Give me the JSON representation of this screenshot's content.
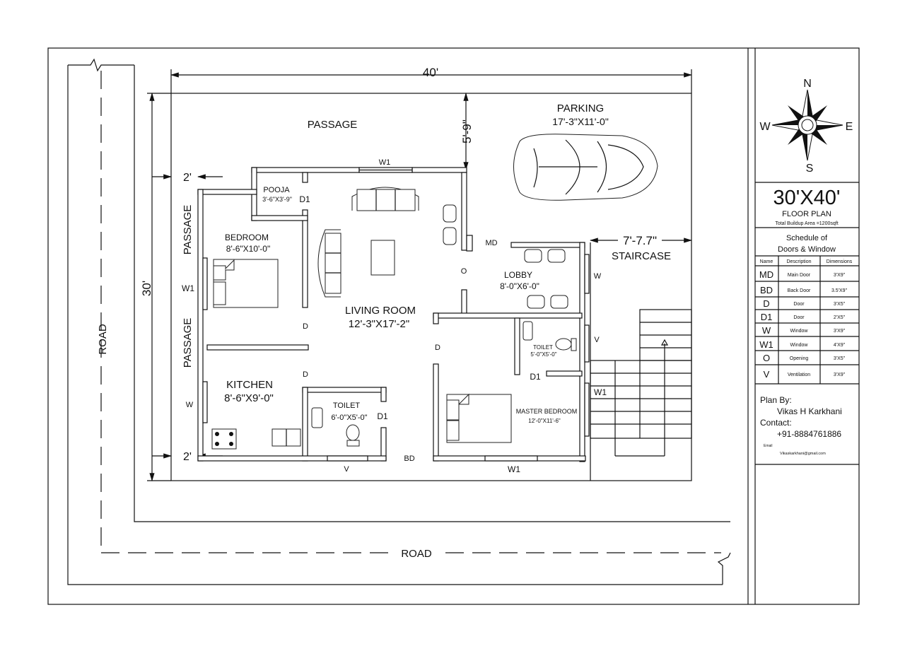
{
  "dimensions": {
    "width": "40'",
    "depth": "30'",
    "passage_depth": "5'-9\"",
    "staircase_width": "7'-7.7\"",
    "side_top": "2'",
    "side_bottom": "2'"
  },
  "road": {
    "left": "ROAD",
    "bottom": "ROAD"
  },
  "rooms": {
    "passage_top": "PASSAGE",
    "passage_left_1": "PASSAGE",
    "passage_left_2": "PASSAGE",
    "parking": {
      "name": "PARKING",
      "size": "17'-3\"X11'-0\""
    },
    "pooja": {
      "name": "POOJA",
      "size": "3'-6\"X3'-9\""
    },
    "bedroom": {
      "name": "BEDROOM",
      "size": "8'-6\"X10'-0\""
    },
    "living": {
      "name": "LIVING ROOM",
      "size": "12'-3\"X17'-2\""
    },
    "kitchen": {
      "name": "KITCHEN",
      "size": "8'-6\"X9'-0\""
    },
    "toilet": {
      "name": "TOILET",
      "size": "6'-0\"X5'-0\""
    },
    "lobby": {
      "name": "LOBBY",
      "size": "8'-0\"X6'-0\""
    },
    "toilet2": {
      "name": "TOILET",
      "size": "5'-0\"X5'-0\""
    },
    "master": {
      "name": "MASTER BEDROOM",
      "size": "12'-0\"X11'-6\""
    },
    "staircase": "STAIRCASE"
  },
  "openings": {
    "w1_top": "W1",
    "d1_pooja": "D1",
    "w1_left": "W1",
    "d_bed": "D",
    "d_kitchen": "D",
    "w_kitchen": "W",
    "d1_toilet": "D1",
    "v_toilet": "V",
    "bd": "BD",
    "md": "MD",
    "o": "O",
    "d_master": "D",
    "w_lobby": "W",
    "v_toilet2": "V",
    "d1_toilet2": "D1",
    "w1_stair": "W1",
    "w1_master": "W1"
  },
  "compass": {
    "n": "N",
    "s": "S",
    "e": "E",
    "w": "W"
  },
  "title_block": {
    "title": "30'X40'",
    "subtitle": "FLOOR PLAN",
    "area": "Total Buildup Area =1200sqft",
    "schedule_title_1": "Schedule of",
    "schedule_title_2": "Doors & Window",
    "headers": [
      "Name",
      "Description",
      "Dimensions"
    ],
    "rows": [
      [
        "MD",
        "Main Door",
        "3'X9\""
      ],
      [
        "BD",
        "Back Door",
        "3.5'X9\""
      ],
      [
        "D",
        "Door",
        "3'X5\""
      ],
      [
        "D1",
        "Door",
        "2'X5\""
      ],
      [
        "W",
        "Window",
        "3'X9\""
      ],
      [
        "W1",
        "Window",
        "4'X9\""
      ],
      [
        "O",
        "Opening",
        "3'X5\""
      ],
      [
        "V",
        "Ventilation",
        "3'X9\""
      ]
    ],
    "plan_by_label": "Plan By:",
    "plan_by": "Vikas H Karkhani",
    "contact_label": "Contact:",
    "phone": "+91-8884761886",
    "email_label": "Email",
    "email": "Vikaskarkhani@gmail.com"
  }
}
